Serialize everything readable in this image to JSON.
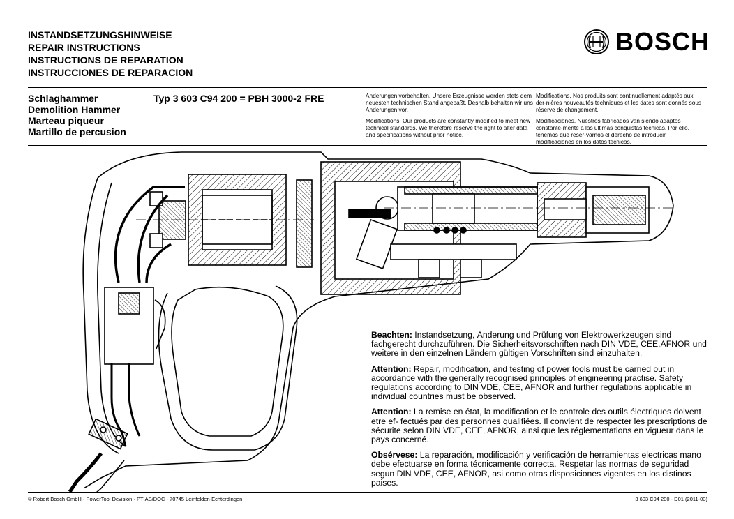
{
  "header": {
    "titles": [
      "INSTANDSETZUNGSHINWEISE",
      "REPAIR INSTRUCTIONS",
      "INSTRUCTIONS DE REPARATION",
      "INSTRUCCIONES DE REPARACION"
    ],
    "logo_text": "BOSCH"
  },
  "product": {
    "names": [
      "Schlaghammer",
      "Demolition Hammer",
      "Marteau piqueur",
      "Martillo de percusion"
    ],
    "type_line": "Typ 3 603 C94 200  = PBH 3000-2 FRE"
  },
  "notices": {
    "left": [
      "Änderungen vorbehalten. Unsere Erzeugnisse werden stets dem neuesten technischen Stand angepaßt. Deshalb behalten wir uns Änderungen vor.",
      "Modifications. Our products are constantly modified to meet new technical standards. We therefore reserve the right to alter data and specifications without prior notice."
    ],
    "right": [
      "Modifications. Nos produits sont continuellement adaptés aux der-nières nouveautés techniques et les dates sont donnés sous réserve de changement.",
      "Modificaciones. Nuestros fabricados van siendo adaptos constante-mente a las últimas conquistas técnicas. Por ello, tenemos que reser-varnos el derecho de introducir modificaciones en los datos técnicos."
    ]
  },
  "warnings": [
    {
      "label": "Beachten:",
      "text": " Instandsetzung, Änderung und Prüfung von Elektrowerkzeugen sind fachgerecht durchzuführen. Die Sicherheitsvorschriften nach DIN VDE, CEE,AFNOR und weitere in den einzelnen Ländern gültigen Vorschriften sind einzuhalten."
    },
    {
      "label": "Attention:",
      "text": " Repair, modification, and testing of power tools must be carried out in accordance with the generally recognised principles of engineering practise. Safety regulations according to DIN VDE, CEE, AFNOR and further regulations applicable in individual countries must be observed."
    },
    {
      "label": "Attention:",
      "text": " La remise en état, la modification et le controle des outils électriques doivent etre ef- fectués par des personnes qualifiées. Il convient de respecter les prescriptions de sécurite selon DIN VDE, CEE, AFNOR, ainsi que les réglementations en vigueur dans le pays concerné."
    },
    {
      "label": "Obsérvese:",
      "text": " La reparación, modificación y verificación de herramientas electricas mano debe  efectuarse en forma técnicamente correcta. Respetar las normas de seguridad segun DIN VDE, CEE, AFNOR, asi como otras disposiciones vigentes en los distinos paises."
    }
  ],
  "footer": {
    "left": "© Robert Bosch GmbH · PowerTool Devision · PT-AS/DOC · 70745 Leinfelden-Echterdingen",
    "right": "3 603 C94 200 - D01 (2011-03)"
  }
}
